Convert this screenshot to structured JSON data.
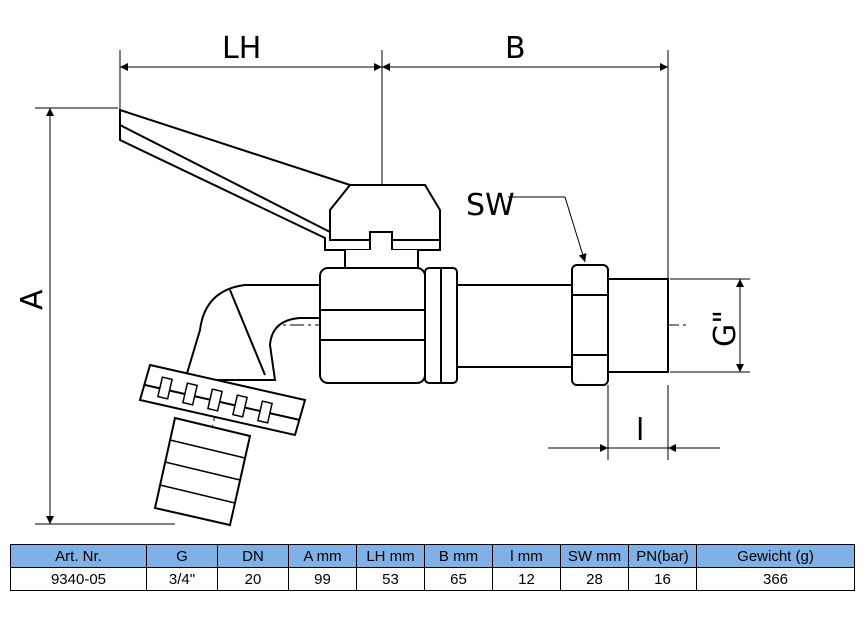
{
  "drawing": {
    "labels": {
      "lh": "LH",
      "b": "B",
      "a": "A",
      "sw": "SW",
      "g": "G\"",
      "l": "l"
    }
  },
  "table": {
    "headers": [
      "Art. Nr.",
      "G",
      "DN",
      "A mm",
      "LH mm",
      "B mm",
      "l mm",
      "SW mm",
      "PN(bar)",
      "Gewicht (g)"
    ],
    "rows": [
      [
        "9340-05",
        "3/4\"",
        "20",
        "99",
        "53",
        "65",
        "12",
        "28",
        "16",
        "366"
      ]
    ],
    "header_color": "#7fb0e6"
  }
}
